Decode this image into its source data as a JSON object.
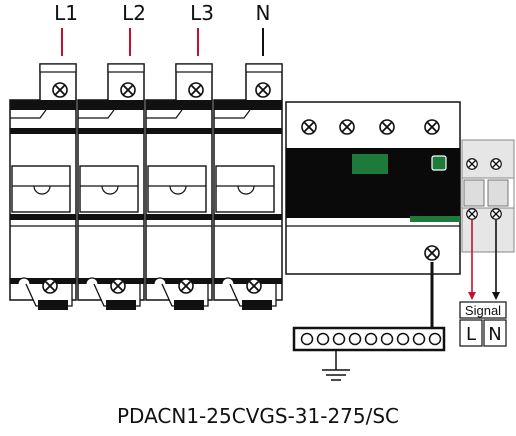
{
  "phase_labels": [
    "L1",
    "L2",
    "L3",
    "N"
  ],
  "signal": {
    "title": "Signal",
    "terminals": [
      "L",
      "N"
    ]
  },
  "model": "PDACN1-25CVGS-31-275/SC",
  "colors": {
    "line_red": "#c8102e",
    "indicator_green": "#1e7a3a",
    "display_black": "#0a0a0a",
    "module_fill": "#ffffff",
    "outline": "#111111",
    "rail_gray": "#e6e6e6"
  }
}
